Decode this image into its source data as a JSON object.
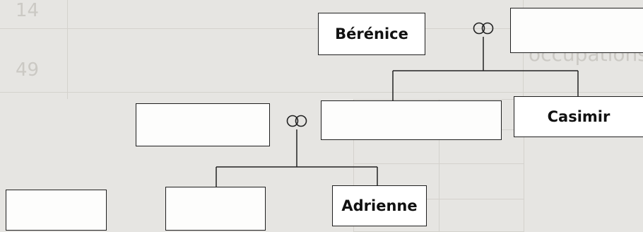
{
  "diagram": {
    "boxes": {
      "berenice": "Bérénice",
      "casimir": "Casimir",
      "adrienne": "Adrienne",
      "top_right": "",
      "middle_left": "",
      "middle_center": "",
      "bottom_left": "",
      "bottom_center": ""
    },
    "marriage_symbol": "rings-icon"
  }
}
